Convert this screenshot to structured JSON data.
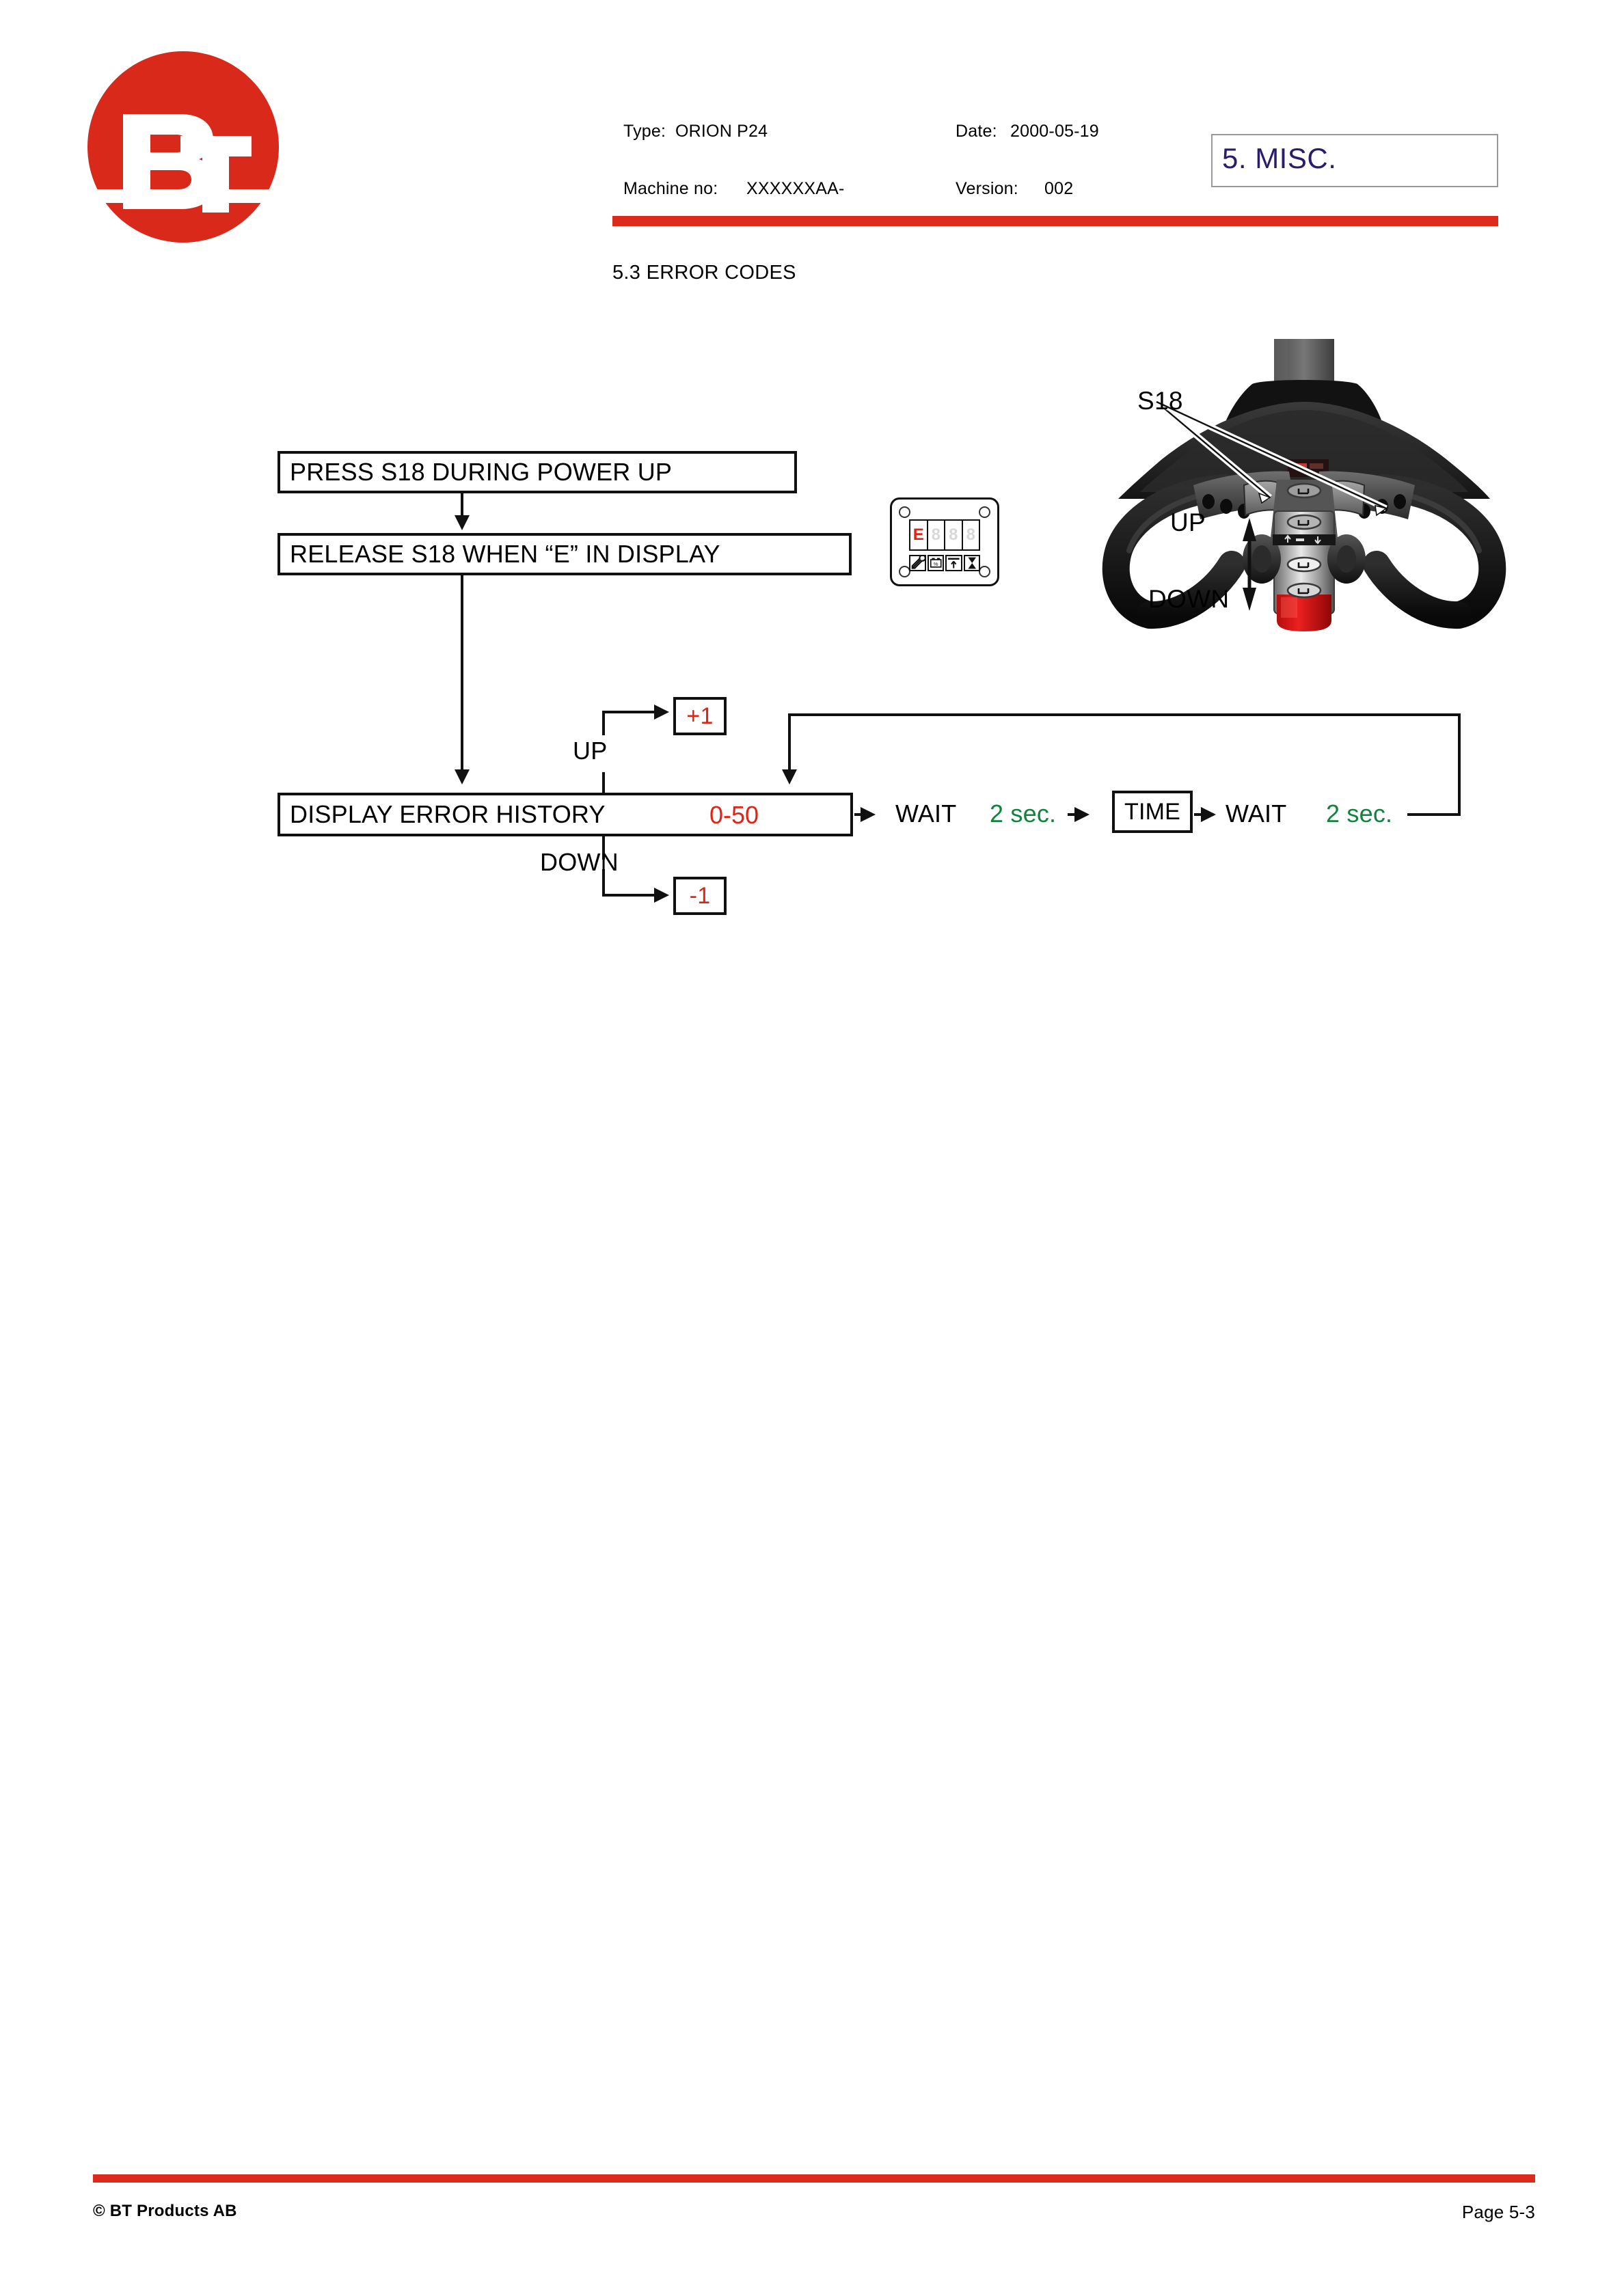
{
  "brand": {
    "logo_text": "BT",
    "logo_color": "#D8291B"
  },
  "header": {
    "type_label": "Type:",
    "type_value": "ORION P24",
    "date_label": "Date:",
    "date_value": "2000-05-19",
    "machine_label": "Machine no:",
    "machine_value": "XXXXXXAA-",
    "version_label": "Version:",
    "version_value": "002",
    "section_title": "5. MISC.",
    "section_title_color": "#2B1B6B",
    "rule_color": "#DC2A1C",
    "subsection": "5.3 ERROR CODES"
  },
  "flowchart": {
    "step_press": "PRESS S18 DURING POWER UP",
    "step_release": "RELEASE S18 WHEN “E” IN DISPLAY",
    "step_history": "DISPLAY ERROR HISTORY",
    "history_range": "0-50",
    "history_range_color": "#E02313",
    "up_label": "UP",
    "down_label": "DOWN",
    "increment_box": "+1",
    "decrement_box": "-1",
    "wait_1": "WAIT",
    "wait_1_duration": "2 sec.",
    "time_box": "TIME",
    "wait_2": "WAIT",
    "wait_2_duration": "2 sec.",
    "duration_color": "#12823F"
  },
  "display_panel": {
    "digit_active": "E",
    "digit_inactive": "8",
    "digits": [
      "E",
      "8",
      "8",
      "8"
    ],
    "icons": [
      "wrench-icon",
      "battery-percent-icon",
      "lift-arrow-icon",
      "hourglass-icon"
    ]
  },
  "truck_graphic": {
    "switch_label": "S18",
    "up_label": "UP",
    "down_label": "DOWN"
  },
  "footer": {
    "copyright": "© BT Products AB",
    "page": "Page 5-3",
    "rule_color": "#DC2A1C"
  }
}
